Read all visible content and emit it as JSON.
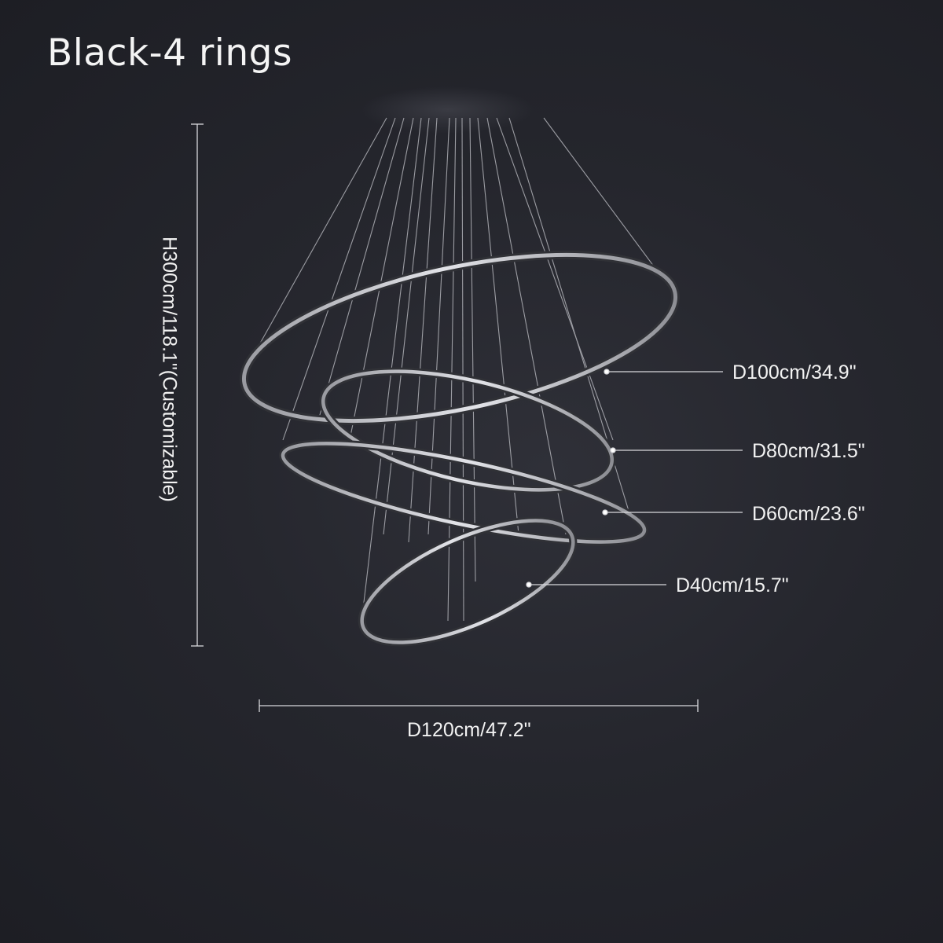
{
  "title": "Black-4 rings",
  "dimensions": {
    "height": "H300cm/118.1\"(Customizable)",
    "overall_diameter": "D120cm/47.2\""
  },
  "rings": [
    {
      "label": "D100cm/34.9\""
    },
    {
      "label": "D80cm/31.5\""
    },
    {
      "label": "D60cm/23.6\""
    },
    {
      "label": "D40cm/15.7\""
    }
  ],
  "colors": {
    "background": "#25262d",
    "ring": "#c9cad0",
    "text": "#f2f2f2"
  }
}
